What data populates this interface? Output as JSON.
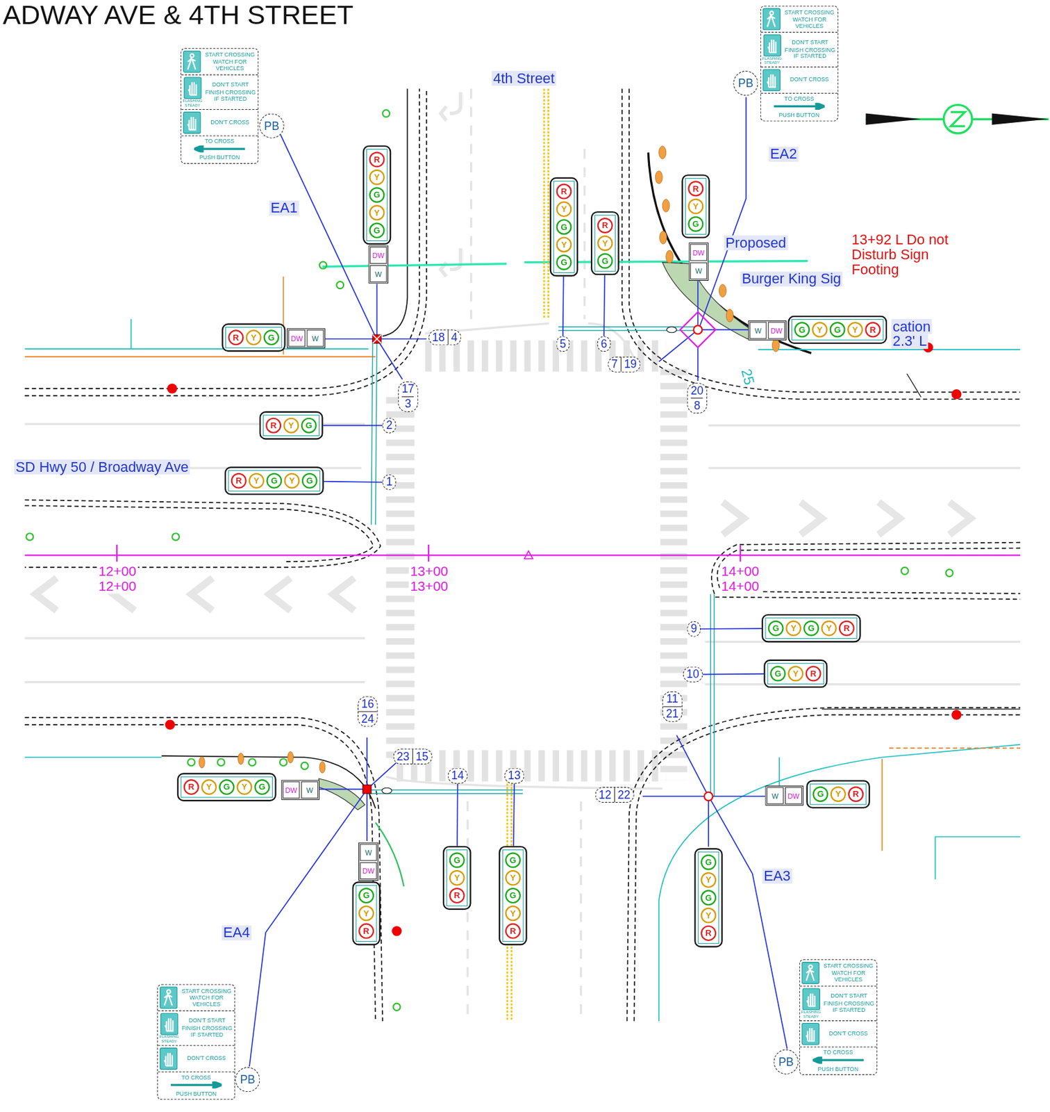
{
  "diagram": {
    "title": "ADWAY AVE & 4TH STREET",
    "nodes": [
      {
        "text": [
          "START CROSSING",
          "WATCH FOR VEHICLES",
          "DON'T START",
          "FINISH CROSSING IF STARTED",
          "FLASHING",
          "STEADY",
          "DON'T CROSS",
          "TO CROSS",
          "PUSH BUTTON"
        ]
      },
      {
        "text": [
          "PB"
        ]
      },
      {
        "text": [
          "START CROSSING",
          "WATCH FOR VEHICLES",
          "DON'T START",
          "FINISH CROSSING IF STARTED",
          "FLASHING",
          "STEADY",
          "DON'T CROSS",
          "TO CROSS",
          "PUSH BUTTON"
        ]
      },
      {
        "text": [
          "PB"
        ]
      },
      {
        "text": [
          "R",
          "Y",
          "G",
          "Y",
          "G"
        ]
      },
      {
        "text": [
          "DW",
          "W"
        ]
      },
      {
        "text": [
          "R",
          "Y",
          "G",
          "Y",
          "G"
        ]
      },
      {
        "text": [
          "R",
          "Y",
          "G"
        ]
      },
      {
        "text": [
          "R",
          "Y",
          "G"
        ]
      },
      {
        "text": [
          "DW",
          "W"
        ]
      },
      {
        "text": [
          "R",
          "Y",
          "G"
        ]
      },
      {
        "text": [
          "DW",
          "W"
        ]
      },
      {
        "text": [
          "W",
          "DW"
        ]
      },
      {
        "text": [
          "G",
          "Y",
          "G",
          "Y",
          "R"
        ]
      },
      {
        "text": [
          "18",
          "4"
        ]
      },
      {
        "text": [
          "5"
        ]
      },
      {
        "text": [
          "6"
        ]
      },
      {
        "text": [
          "7",
          "19"
        ]
      },
      {
        "text": [
          "17",
          "3"
        ]
      },
      {
        "text": [
          "20",
          "8"
        ]
      },
      {
        "text": [
          "2"
        ]
      },
      {
        "text": [
          "R",
          "Y",
          "G"
        ]
      },
      {
        "text": [
          "1"
        ]
      },
      {
        "text": [
          "R",
          "Y",
          "G",
          "Y",
          "G"
        ]
      },
      {
        "text": [
          "G",
          "Y",
          "G",
          "Y",
          "R"
        ]
      },
      {
        "text": [
          "9"
        ]
      },
      {
        "text": [
          "G",
          "Y",
          "R"
        ]
      },
      {
        "text": [
          "10"
        ]
      },
      {
        "text": [
          "11",
          "21"
        ]
      },
      {
        "text": [
          "16",
          "24"
        ]
      },
      {
        "text": [
          "23",
          "15"
        ]
      },
      {
        "text": [
          "14"
        ]
      },
      {
        "text": [
          "13"
        ]
      },
      {
        "text": [
          "12",
          "22"
        ]
      },
      {
        "text": [
          "R",
          "Y",
          "G",
          "Y",
          "G"
        ]
      },
      {
        "text": [
          "DW",
          "W"
        ]
      },
      {
        "text": [
          "W",
          "DW"
        ]
      },
      {
        "text": [
          "G",
          "Y",
          "R"
        ]
      },
      {
        "text": [
          "W",
          "DW"
        ]
      },
      {
        "text": [
          "G",
          "Y",
          "R"
        ]
      },
      {
        "text": [
          "G",
          "Y",
          "R"
        ]
      },
      {
        "text": [
          "G",
          "Y",
          "G",
          "Y",
          "R"
        ]
      },
      {
        "text": [
          "G",
          "Y",
          "G",
          "Y",
          "R"
        ]
      },
      {
        "text": [
          "START CROSSING",
          "WATCH FOR VEHICLES",
          "DON'T START",
          "FINISH CROSSING IF STARTED",
          "FLASHING",
          "STEADY",
          "DON'T CROSS",
          "TO CROSS",
          "PUSH BUTTON"
        ]
      },
      {
        "text": [
          "PB"
        ]
      },
      {
        "text": [
          "START CROSSING",
          "WATCH FOR VEHICLES",
          "DON'T START",
          "FINISH CROSSING IF STARTED",
          "FLASHING",
          "STEADY",
          "DON'T CROSS",
          "TO CROSS",
          "PUSH BUTTON"
        ]
      },
      {
        "text": [
          "PB"
        ]
      }
    ],
    "edges": [
      {
        "from": 23,
        "to": 22,
        "arrow": "none"
      },
      {
        "from": 21,
        "to": 20,
        "arrow": "none"
      },
      {
        "from": 6,
        "to": 15,
        "arrow": "none"
      },
      {
        "from": 7,
        "to": 16,
        "arrow": "none"
      },
      {
        "from": 24,
        "to": 25,
        "arrow": "none"
      },
      {
        "from": 26,
        "to": 27,
        "arrow": "none"
      },
      {
        "from": 41,
        "to": 32,
        "arrow": "none"
      },
      {
        "from": 40,
        "to": 31,
        "arrow": "none"
      }
    ],
    "labels": [
      "4th Street",
      "EA1",
      "EA2",
      "EA3",
      "EA4",
      "Proposed",
      "Burger King Sig",
      "13+92 L Do not Disturb Sign Footing",
      "cation",
      "2.3' L",
      "SD Hwy 50 / Broadway Ave",
      "25",
      "12+00",
      "12+00",
      "13+00",
      "13+00",
      "14+00",
      "14+00"
    ]
  }
}
